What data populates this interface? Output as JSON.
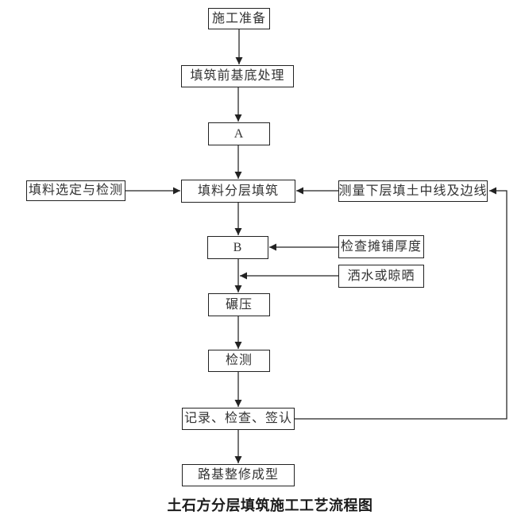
{
  "diagram": {
    "title": "土石方分层填筑施工工艺流程图",
    "nodes": {
      "prep": "施工准备",
      "base_treatment": "填筑前基底处理",
      "node_a": "A",
      "layered_filling": "填料分层填筑",
      "material_selection": "填料选定与检测",
      "measure_lines": "测量下层填土中线及边线",
      "node_b": "B",
      "check_thickness": "检查摊铺厚度",
      "water_or_dry": "洒水或晾晒",
      "rolling": "碾压",
      "testing": "检测",
      "record_sign": "记录、检查、签认",
      "final_shaping": "路基整修成型"
    },
    "colors": {
      "line": "#222222",
      "text": "#333333",
      "background": "#ffffff"
    }
  }
}
